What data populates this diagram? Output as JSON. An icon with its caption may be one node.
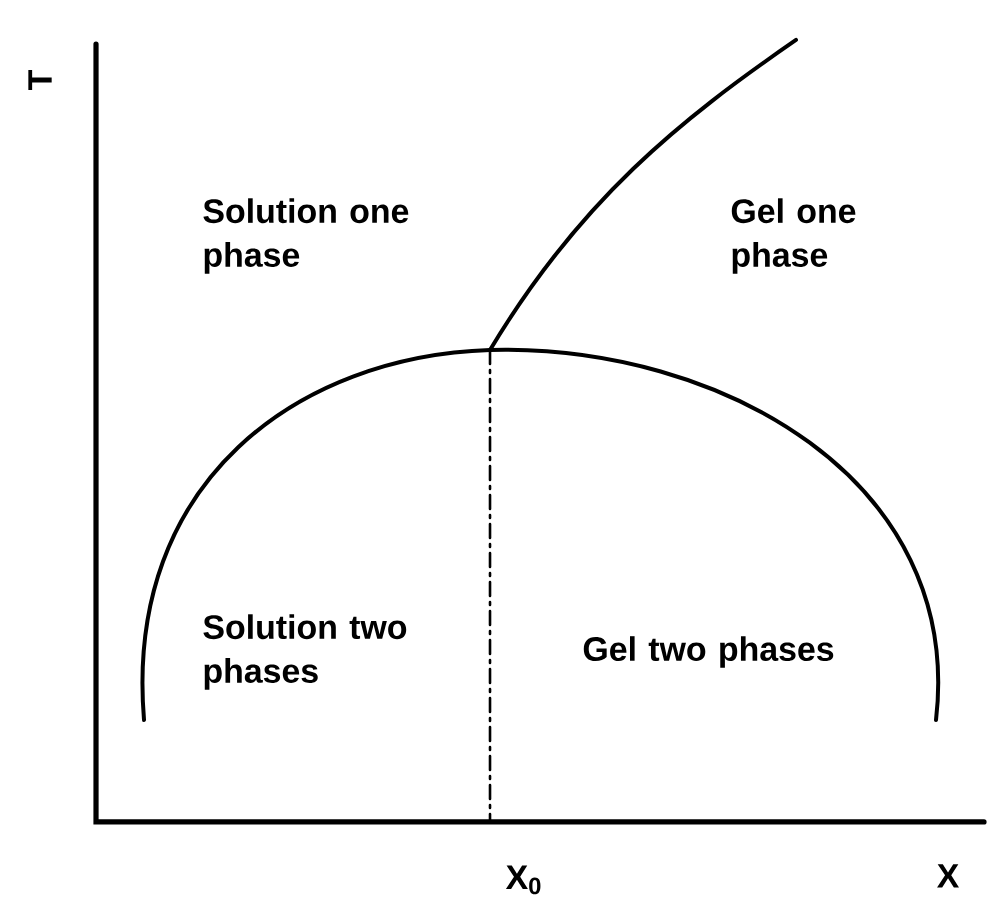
{
  "diagram": {
    "labels": [
      "T",
      "Solution one phase",
      "Gel one phase",
      "Solution two phases",
      "Gel two phases",
      "X$_{0}$",
      "X"
    ]
  }
}
